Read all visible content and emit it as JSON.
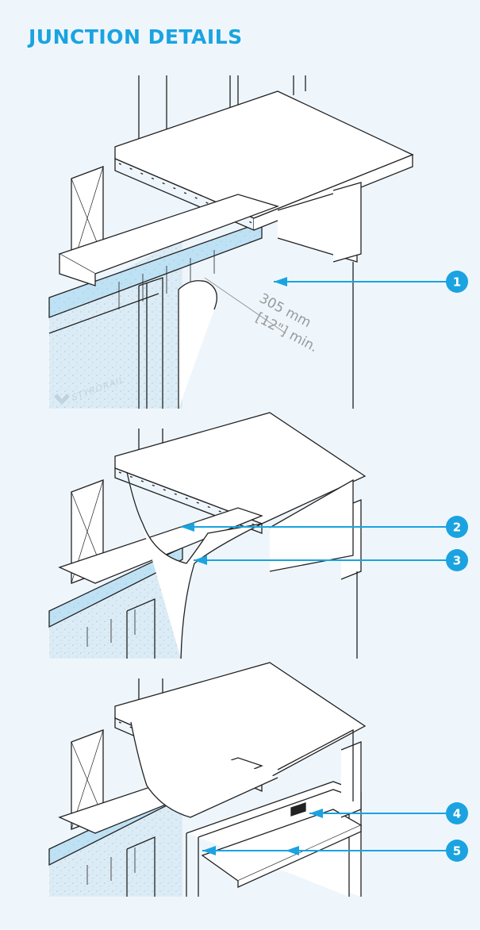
{
  "header": {
    "title": "JUNCTION DETAILS"
  },
  "callouts": [
    {
      "number": "1"
    },
    {
      "number": "2"
    },
    {
      "number": "3"
    },
    {
      "number": "4"
    },
    {
      "number": "5"
    }
  ],
  "dimension": {
    "metric": "305 mm",
    "imperial": "[12\"] min."
  },
  "brand": {
    "watermark": "STYRORAIL"
  },
  "colors": {
    "accent": "#1aa3e0",
    "background": "#eef6fc",
    "insulation": "#cfe9f7",
    "line": "#222222"
  }
}
